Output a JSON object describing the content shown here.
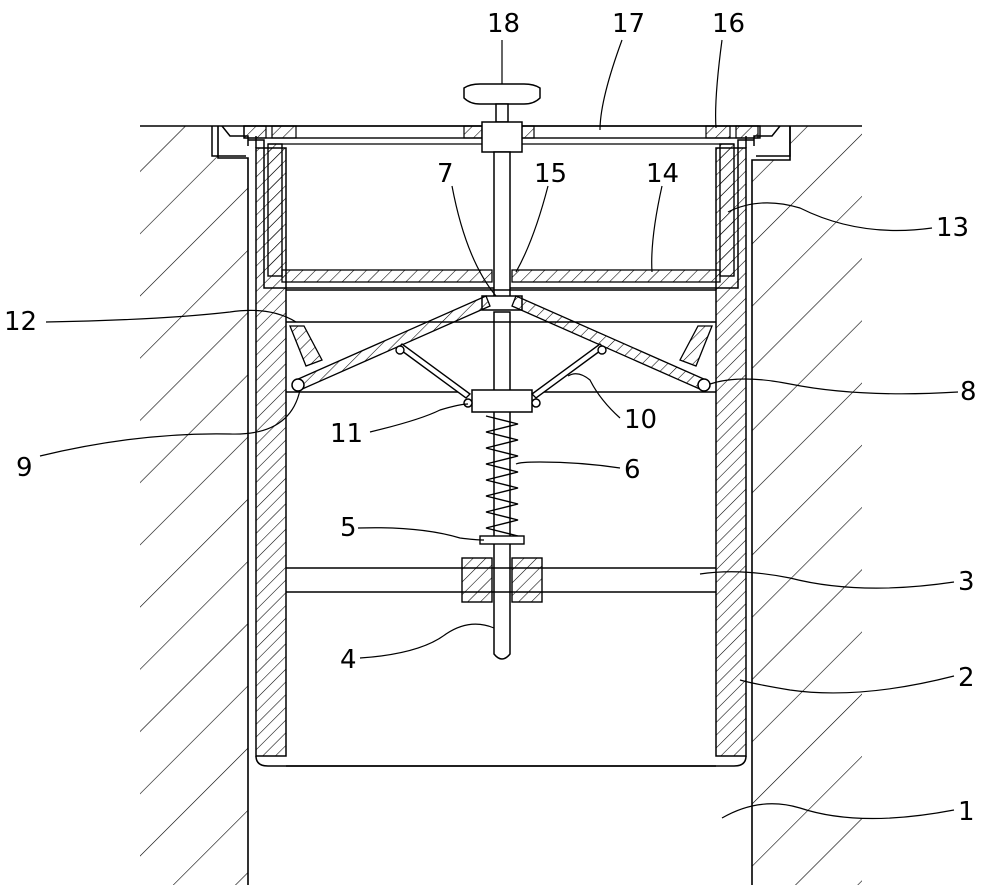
{
  "drawing": {
    "labels": {
      "n1": "1",
      "n2": "2",
      "n3": "3",
      "n4": "4",
      "n5": "5",
      "n6": "6",
      "n7": "7",
      "n8": "8",
      "n9": "9",
      "n10": "10",
      "n11": "11",
      "n12": "12",
      "n13": "13",
      "n14": "14",
      "n15": "15",
      "n16": "16",
      "n17": "17",
      "n18": "18"
    }
  },
  "colors": {
    "line": "#000000",
    "background": "#ffffff"
  }
}
